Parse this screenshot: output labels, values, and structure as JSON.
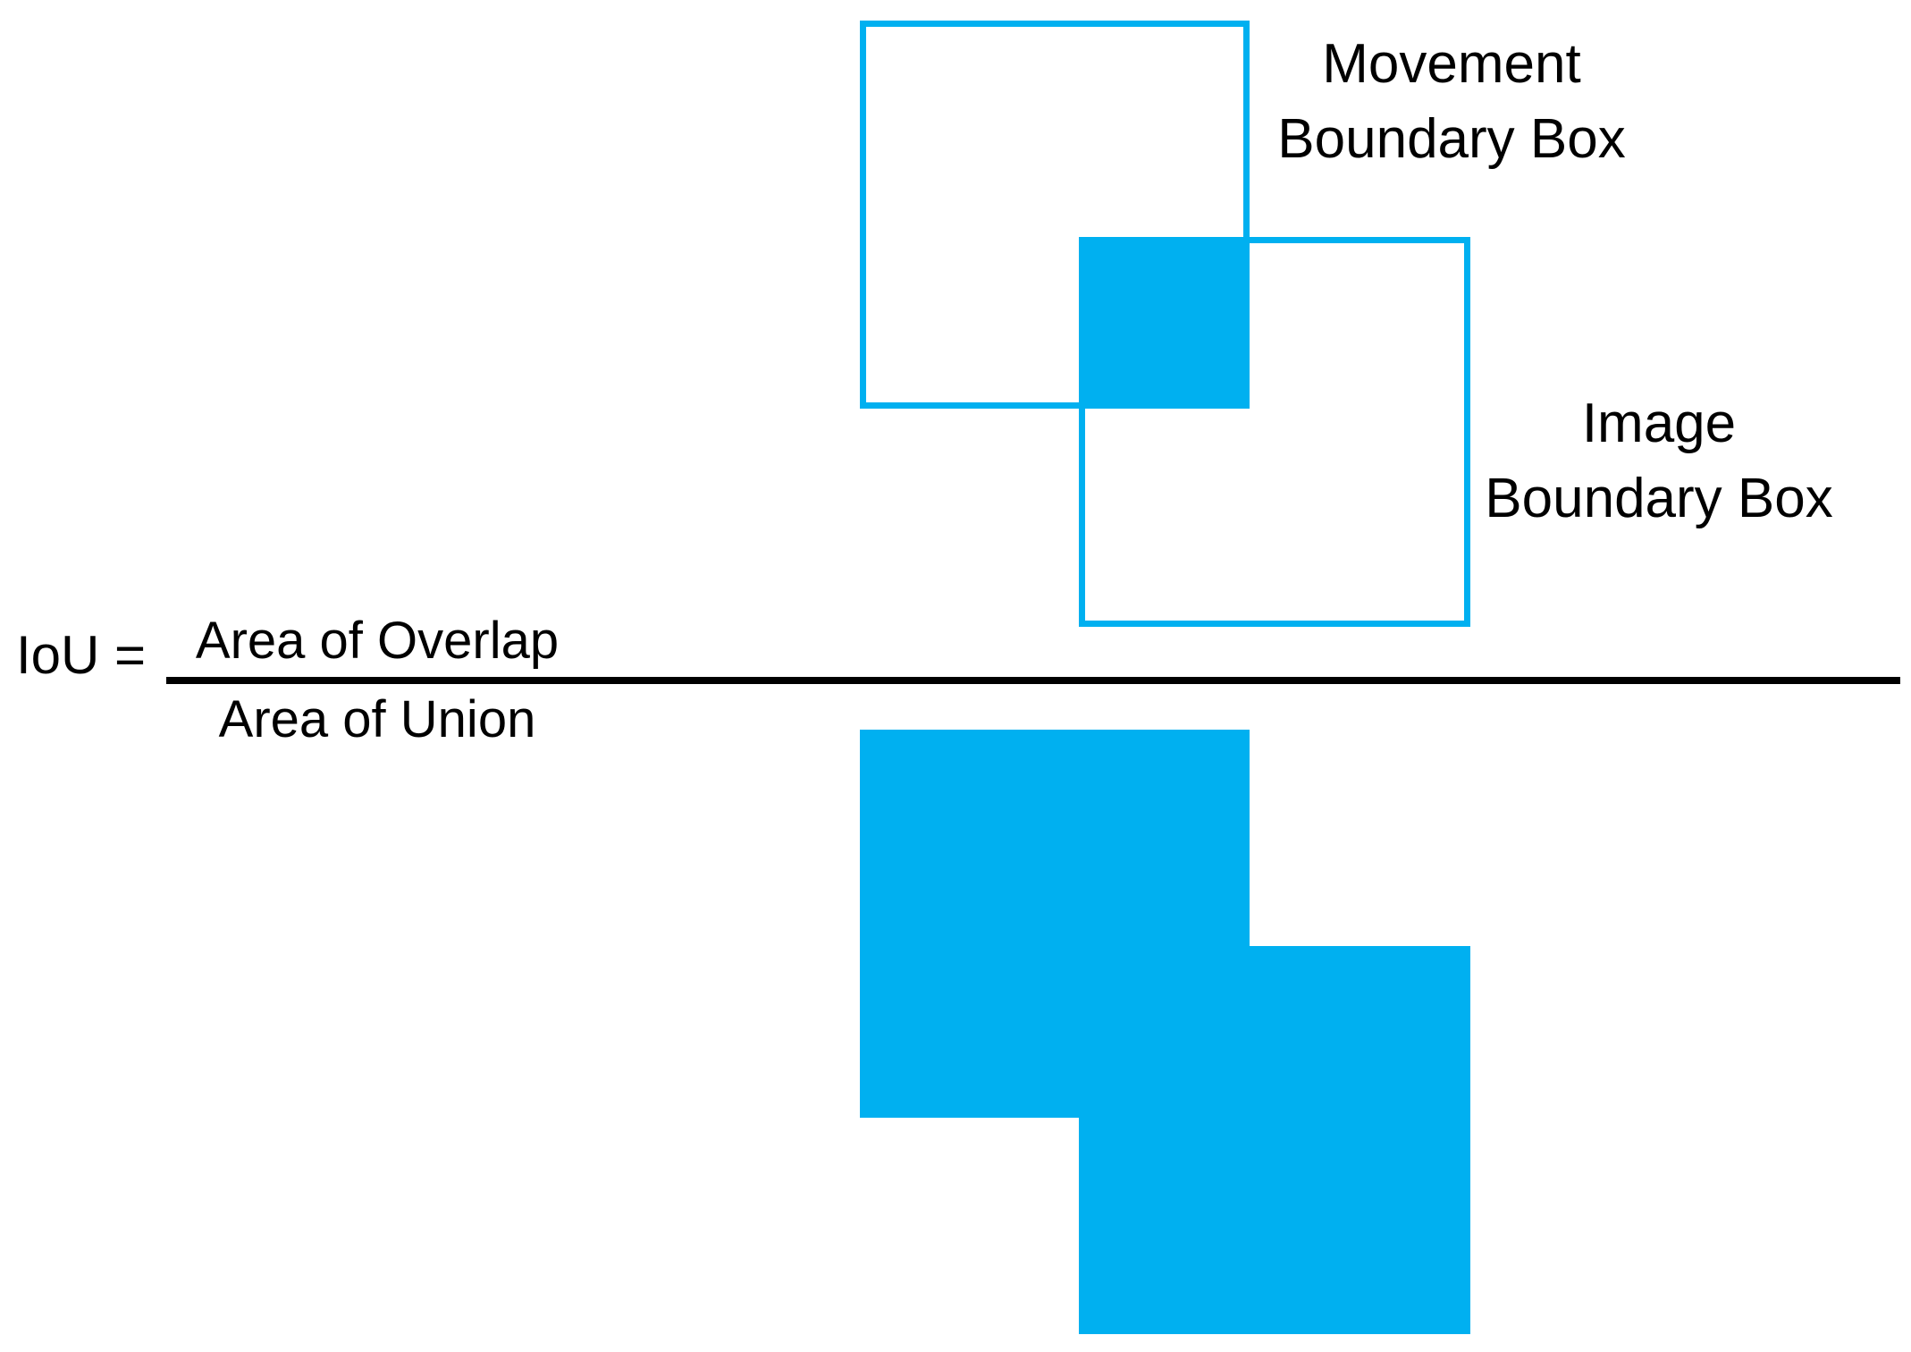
{
  "diagram": {
    "accent_color": "#00b0f0",
    "text_color": "#000000",
    "movement_label": {
      "line1": "Movement",
      "line2": "Boundary Box"
    },
    "image_label": {
      "line1": "Image",
      "line2": "Boundary Box"
    },
    "formula": {
      "lhs": "IoU =",
      "numerator": "Area of Overlap",
      "denominator": "Area of Union"
    }
  }
}
